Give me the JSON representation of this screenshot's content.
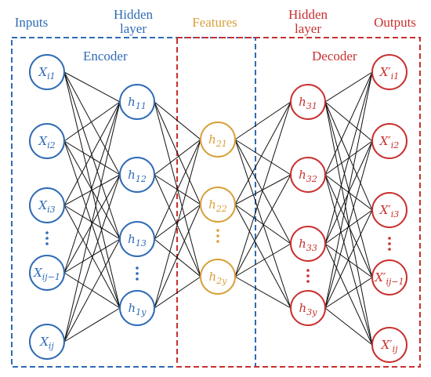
{
  "colors": {
    "encoder": "#2f6bb5",
    "features": "#d9a03a",
    "decoder": "#c8302f",
    "edges": "#111111"
  },
  "headers": {
    "inputs": "Inputs",
    "hidden_left_line1": "Hidden",
    "hidden_left_line2": "layer",
    "features": "Features",
    "hidden_right_line1": "Hidden",
    "hidden_right_line2": "layer",
    "outputs": "Outputs"
  },
  "frames": {
    "encoder": "Encoder",
    "decoder": "Decoder"
  },
  "layers": [
    {
      "id": "input",
      "color": "encoder",
      "nodes": [
        {
          "base": "X",
          "sub": "i1"
        },
        {
          "base": "X",
          "sub": "i2"
        },
        {
          "base": "X",
          "sub": "i3"
        },
        {
          "ellipsis": true
        },
        {
          "base": "X",
          "sub": "ij−1"
        },
        {
          "base": "X",
          "sub": "ij"
        }
      ]
    },
    {
      "id": "hidden1",
      "color": "encoder",
      "nodes": [
        {
          "base": "h",
          "sub": "11"
        },
        {
          "base": "h",
          "sub": "12"
        },
        {
          "base": "h",
          "sub": "13"
        },
        {
          "ellipsis": true
        },
        {
          "base": "h",
          "sub": "1y"
        }
      ]
    },
    {
      "id": "features",
      "color": "features",
      "nodes": [
        {
          "base": "h",
          "sub": "21"
        },
        {
          "base": "h",
          "sub": "22"
        },
        {
          "ellipsis": true
        },
        {
          "base": "h",
          "sub": "2y"
        }
      ]
    },
    {
      "id": "hidden3",
      "color": "decoder",
      "nodes": [
        {
          "base": "h",
          "sub": "31"
        },
        {
          "base": "h",
          "sub": "32"
        },
        {
          "base": "h",
          "sub": "33"
        },
        {
          "ellipsis": true
        },
        {
          "base": "h",
          "sub": "3y"
        }
      ]
    },
    {
      "id": "output",
      "color": "decoder",
      "nodes": [
        {
          "base": "X′",
          "sub": "i1"
        },
        {
          "base": "X′",
          "sub": "i2"
        },
        {
          "base": "X′",
          "sub": "i3"
        },
        {
          "ellipsis": true
        },
        {
          "base": "X′",
          "sub": "ij−1"
        },
        {
          "base": "X′",
          "sub": "ij"
        }
      ]
    }
  ]
}
